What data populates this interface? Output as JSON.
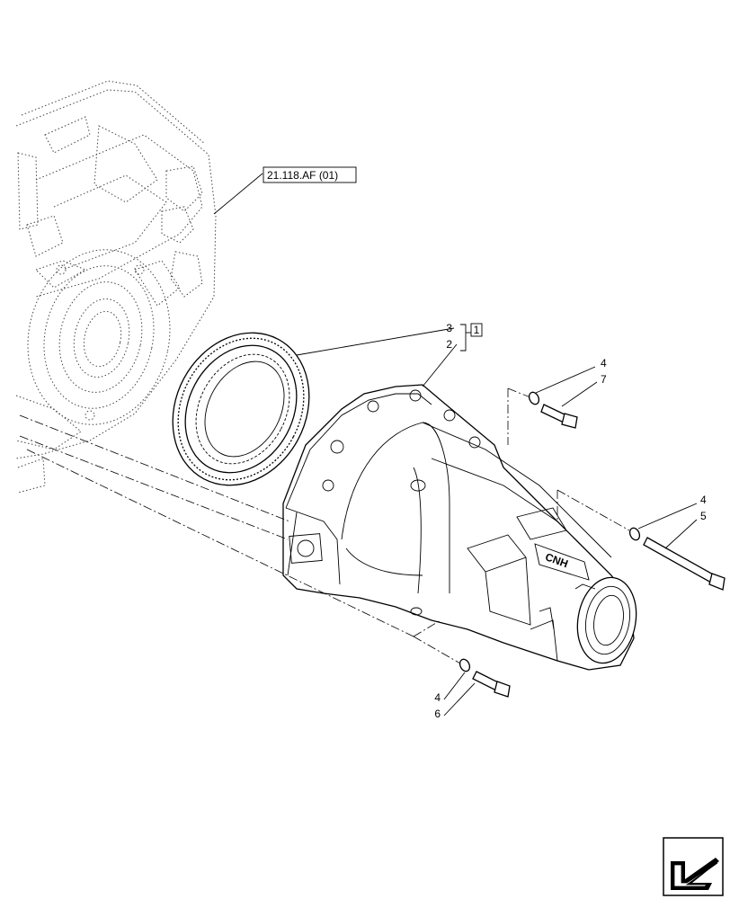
{
  "references": {
    "ref_main": "21.118.AF (01)",
    "kit_box": "1"
  },
  "callouts": {
    "item_3": "3",
    "item_2": "2",
    "item_4_top": "4",
    "item_7": "7",
    "item_4_right": "4",
    "item_5": "5",
    "item_4_bottom": "4",
    "item_6": "6"
  },
  "housing_logo": "CNH",
  "icons": {
    "nav": "next-page-arrow-icon"
  },
  "colors": {
    "line": "#000000",
    "background": "#ffffff"
  }
}
